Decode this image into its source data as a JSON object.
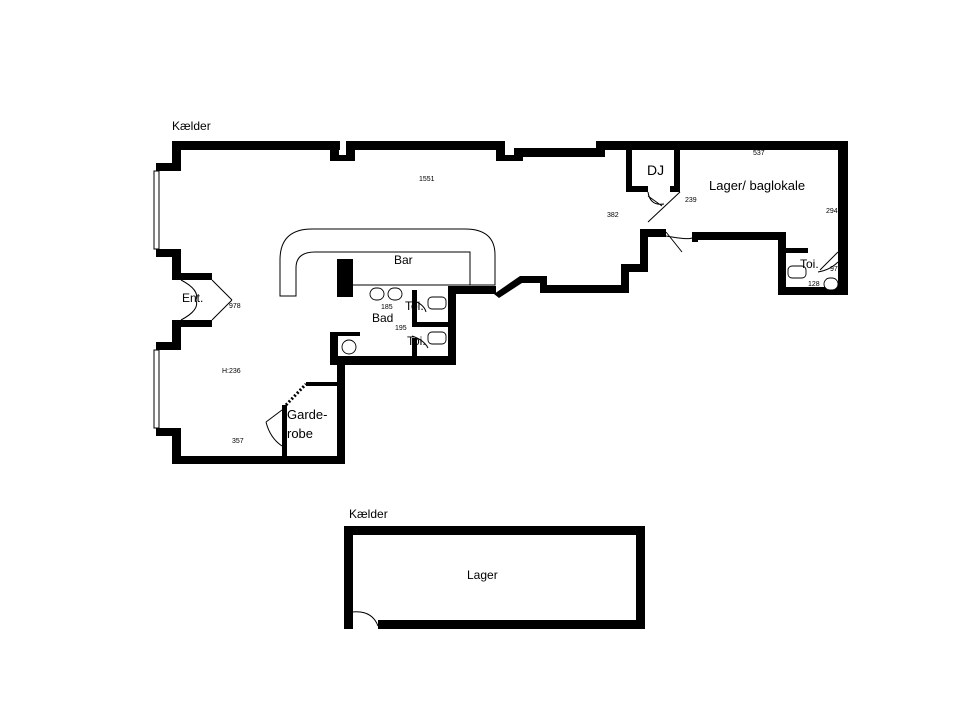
{
  "levels": [
    {
      "title": "Kælder"
    },
    {
      "title": "Kælder"
    }
  ],
  "rooms": {
    "bar": "Bar",
    "dj": "DJ",
    "storage_back": "Lager/ baglokale",
    "entrance": "Ent.",
    "bath": "Bad",
    "toilet_1": "Toi.",
    "toilet_2": "Toi.",
    "toilet_3": "Toi.",
    "cloakroom_line1": "Garde-",
    "cloakroom_line2": "robe",
    "storage": "Lager"
  },
  "dimensions": {
    "main_length": "1551",
    "entrance_width": "978",
    "height": "H:236",
    "cloak_width": "357",
    "dj_depth": "382",
    "door_side": "239",
    "back_length": "537",
    "back_depth": "294",
    "toilet_width": "97",
    "toilet_length": "128",
    "bath_width": "185",
    "bath_depth": "195"
  }
}
